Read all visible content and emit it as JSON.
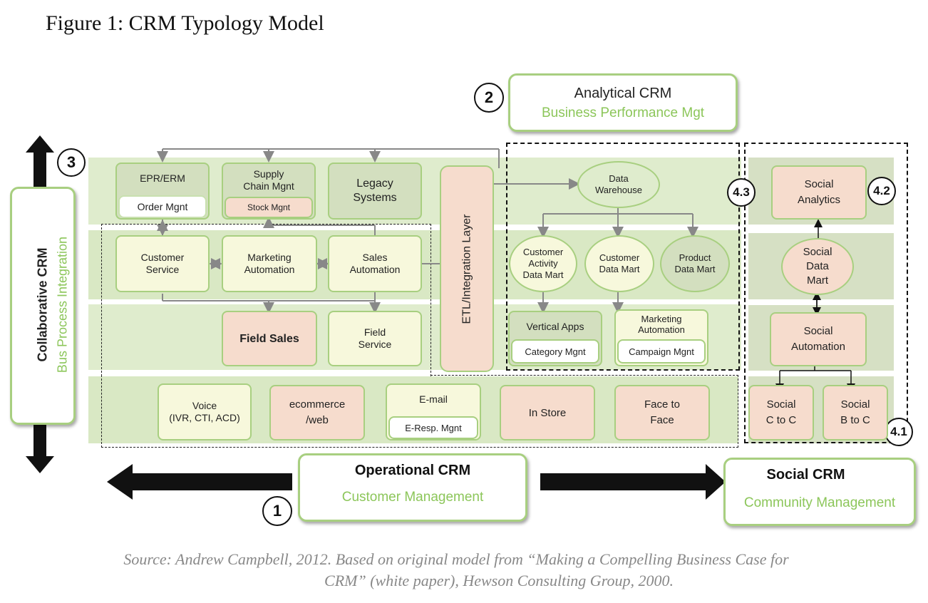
{
  "title": "Figure 1: CRM Typology Model",
  "analytical": {
    "title": "Analytical CRM",
    "subtitle": "Business Performance Mgt",
    "number": "2"
  },
  "collaborative": {
    "title": "Collaborative CRM",
    "subtitle": "Bus Process Integration",
    "number": "3"
  },
  "operational": {
    "title": "Operational CRM",
    "subtitle": "Customer Management",
    "number": "1"
  },
  "social": {
    "title": "Social CRM",
    "subtitle": "Community Management"
  },
  "markers": {
    "m43": "4.3",
    "m42": "4.2",
    "m41": "4.1"
  },
  "backoffice": {
    "epr": "EPR/ERM",
    "order": "Order Mgnt",
    "supply": "Supply\nChain Mgnt",
    "stock": "Stock Mgnt",
    "legacy": "Legacy\nSystems"
  },
  "etl": "ETL/Integration Layer",
  "frontoffice": {
    "customer_service": "Customer\nService",
    "marketing_automation": "Marketing\nAutomation",
    "sales_automation": "Sales\nAutomation",
    "field_sales": "Field Sales",
    "field_service": "Field\nService"
  },
  "analytics": {
    "data_warehouse": "Data\nWarehouse",
    "customer_activity": "Customer\nActivity\nData Mart",
    "customer_data_mart": "Customer\nData Mart",
    "product_data_mart": "Product\nData Mart",
    "vertical_apps": "Vertical Apps",
    "category_mgnt": "Category Mgnt",
    "marketing_automation": "Marketing\nAutomation",
    "campaign_mgnt": "Campaign Mgnt"
  },
  "channels": {
    "voice": "Voice\n(IVR, CTI, ACD)",
    "ecommerce": "ecommerce\n/web",
    "email": "E-mail",
    "eresp": "E-Resp. Mgnt",
    "instore": "In Store",
    "face": "Face to\nFace"
  },
  "socialboxes": {
    "analytics": "Social\nAnalytics",
    "datamart": "Social\nData\nMart",
    "automation": "Social\nAutomation",
    "ctoc": "Social\nC to C",
    "btoc": "Social\nB to C"
  },
  "source_line1": "Source: Andrew Campbell, 2012. Based on original model from “Making a Compelling Business Case for",
  "source_line2": "CRM” (white paper), Hewson Consulting Group, 2000."
}
